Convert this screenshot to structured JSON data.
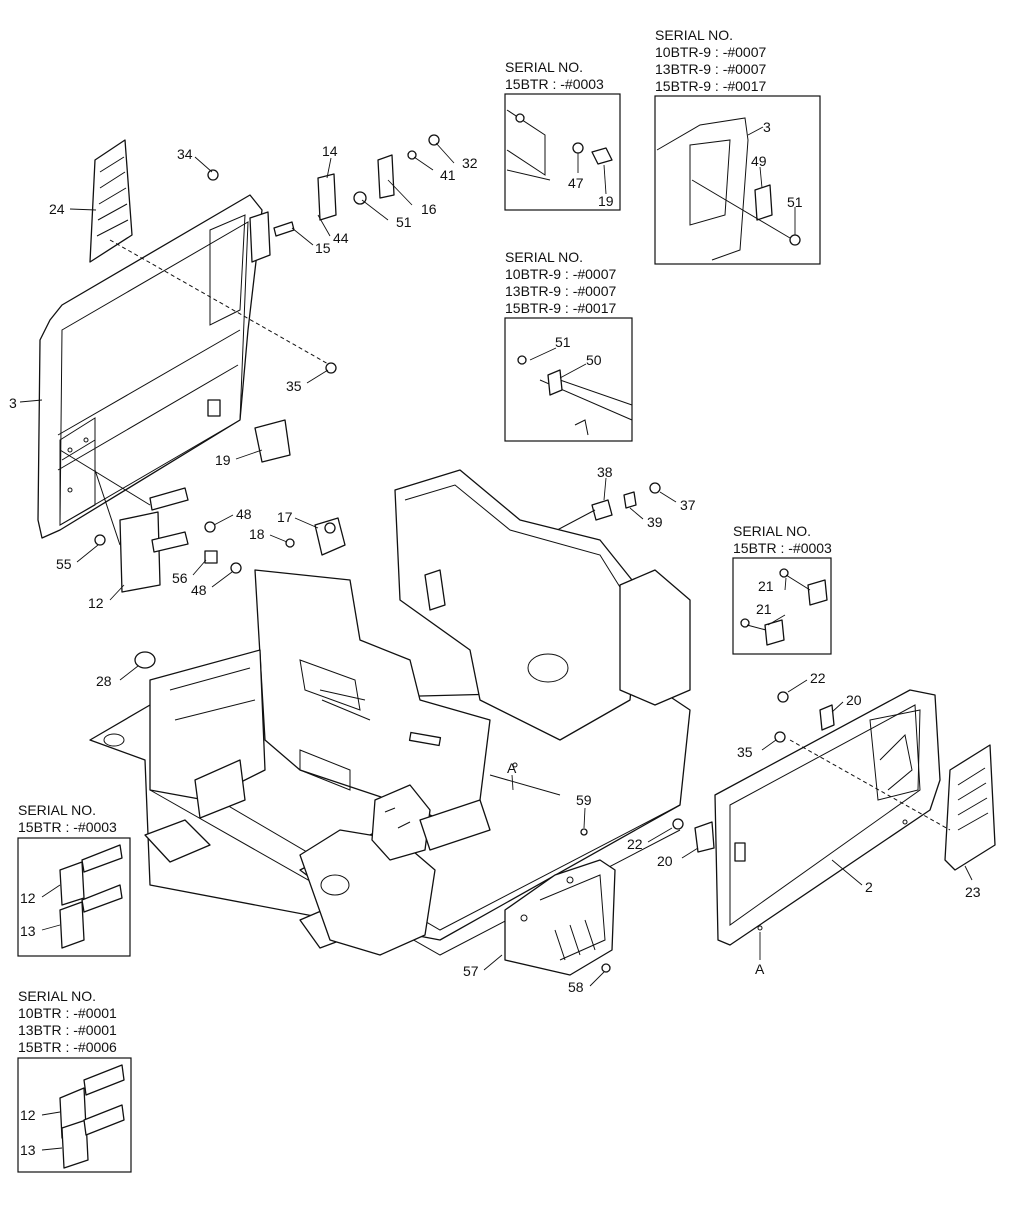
{
  "serial_boxes": [
    {
      "id": "box-serial-15btr-0003-top",
      "lines": [
        "SERIAL NO.",
        "15BTR : -#0003"
      ]
    },
    {
      "id": "box-serial-btr9-door",
      "lines": [
        "SERIAL NO.",
        "10BTR-9 : -#0007",
        "13BTR-9 : -#0007",
        "15BTR-9 : -#0017"
      ]
    },
    {
      "id": "box-serial-btr9-bracket",
      "lines": [
        "SERIAL NO.",
        "10BTR-9 : -#0007",
        "13BTR-9 : -#0007",
        "15BTR-9 : -#0017"
      ]
    },
    {
      "id": "box-serial-15btr-0003-right",
      "lines": [
        "SERIAL NO.",
        "15BTR : -#0003"
      ]
    },
    {
      "id": "box-serial-15btr-0003-hinge",
      "lines": [
        "SERIAL NO.",
        "15BTR : -#0003"
      ]
    },
    {
      "id": "box-serial-btr-0001-hinge",
      "lines": [
        "SERIAL NO.",
        "10BTR : -#0001",
        "13BTR : -#0001",
        "15BTR : -#0006"
      ]
    }
  ],
  "callouts": [
    "34",
    "24",
    "14",
    "32",
    "41",
    "16",
    "51",
    "15",
    "44",
    "3",
    "35",
    "19",
    "55",
    "48",
    "12",
    "56",
    "48",
    "18",
    "17",
    "38",
    "37",
    "39",
    "28",
    "A",
    "59",
    "22",
    "20",
    "35",
    "22",
    "20",
    "2",
    "23",
    "A",
    "57",
    "58"
  ],
  "detail_callouts": {
    "box1": [
      "47",
      "19"
    ],
    "box2": [
      "3",
      "49",
      "51"
    ],
    "box3": [
      "51",
      "50"
    ],
    "box4": [
      "21",
      "21"
    ],
    "box5": [
      "12",
      "13"
    ],
    "box6": [
      "12",
      "13"
    ]
  }
}
